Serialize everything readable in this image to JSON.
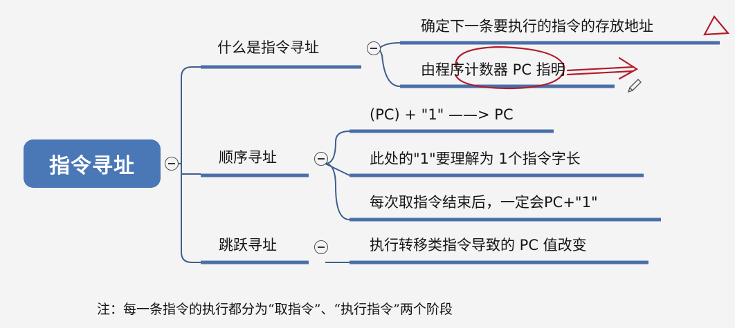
{
  "root": {
    "label": "指令寻址"
  },
  "branches": [
    {
      "label": "什么是指令寻址",
      "children": [
        "确定下一条要执行的指令的存放地址",
        "由程序计数器 PC 指明"
      ]
    },
    {
      "label": "顺序寻址",
      "children": [
        "(PC) + \"1\" ——> PC",
        "此处的\"1\"要理解为 1个指令字长",
        "每次取指令结束后，一定会PC+\"1\""
      ]
    },
    {
      "label": "跳跃寻址",
      "children": [
        "执行转移类指令导致的 PC 值改变"
      ]
    }
  ],
  "note": "注：每一条指令的执行都分为“取指令”、“执行指令”两个阶段",
  "colors": {
    "root_fill": "#4a77b5",
    "underline": "#4a6fa8",
    "connector": "#3c5f8c",
    "annotation": "#b01c2c"
  }
}
